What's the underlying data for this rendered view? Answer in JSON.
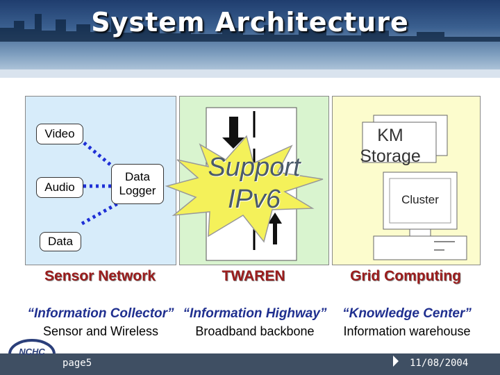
{
  "header": {
    "title": "System Architecture"
  },
  "sensor": {
    "inputs": [
      "Video",
      "Audio",
      "Data"
    ],
    "logger": "Data Logger",
    "caption": "Sensor Network",
    "role": "“Information Collector”",
    "desc": "Sensor and Wireless"
  },
  "twaren": {
    "burst_line1": "Support",
    "burst_line2": "IPv6",
    "caption": "TWAREN",
    "role": "“Information Highway”",
    "desc": "Broadband backbone"
  },
  "grid": {
    "storage_line1": "KM",
    "storage_line2": "Storage",
    "cluster": "Cluster",
    "caption": "Grid Computing",
    "role": "“Knowledge Center”",
    "desc": "Information warehouse"
  },
  "footer": {
    "logo": "NCHC",
    "page": "page5",
    "date": "11/08/2004"
  },
  "colors": {
    "sensor_bg": "#d7ecfa",
    "twaren_bg": "#d9f4cf",
    "grid_bg": "#fcfccd",
    "caption": "#9b1c1c",
    "role": "#1f2f8f",
    "link_dots": "#1e2fd6",
    "burst": "#f4f15a"
  }
}
